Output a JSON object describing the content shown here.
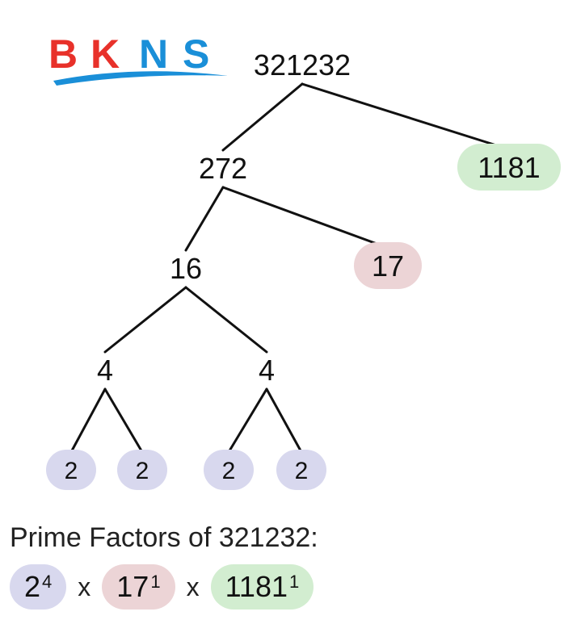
{
  "logo": {
    "text": "BKNS",
    "colors": [
      "#e8312a",
      "#e8312a",
      "#1a8fd8",
      "#1a8fd8"
    ],
    "swoosh_color": "#1a8fd8"
  },
  "colors": {
    "purple": "#d8d8ee",
    "red": "#ecd4d6",
    "green": "#d2edd0",
    "line": "#111111"
  },
  "tree": {
    "nodes": [
      {
        "id": "n321232",
        "label": "321232",
        "highlight": "none"
      },
      {
        "id": "n272",
        "label": "272",
        "highlight": "none"
      },
      {
        "id": "n1181",
        "label": "1181",
        "highlight": "green"
      },
      {
        "id": "n16",
        "label": "16",
        "highlight": "none"
      },
      {
        "id": "n17",
        "label": "17",
        "highlight": "red"
      },
      {
        "id": "n4a",
        "label": "4",
        "highlight": "none"
      },
      {
        "id": "n4b",
        "label": "4",
        "highlight": "none"
      },
      {
        "id": "n2a",
        "label": "2",
        "highlight": "purple"
      },
      {
        "id": "n2b",
        "label": "2",
        "highlight": "purple"
      },
      {
        "id": "n2c",
        "label": "2",
        "highlight": "purple"
      },
      {
        "id": "n2d",
        "label": "2",
        "highlight": "purple"
      }
    ],
    "edges": [
      [
        "n321232",
        "n272"
      ],
      [
        "n321232",
        "n1181"
      ],
      [
        "n272",
        "n16"
      ],
      [
        "n272",
        "n17"
      ],
      [
        "n16",
        "n4a"
      ],
      [
        "n16",
        "n4b"
      ],
      [
        "n4a",
        "n2a"
      ],
      [
        "n4a",
        "n2b"
      ],
      [
        "n4b",
        "n2c"
      ],
      [
        "n4b",
        "n2d"
      ]
    ]
  },
  "caption": "Prime Factors of 321232:",
  "factors": [
    {
      "base": "2",
      "exponent": "4",
      "highlight": "purple"
    },
    {
      "base": "17",
      "exponent": "1",
      "highlight": "red"
    },
    {
      "base": "1181",
      "exponent": "1",
      "highlight": "green"
    }
  ],
  "multiply_symbol": "x"
}
